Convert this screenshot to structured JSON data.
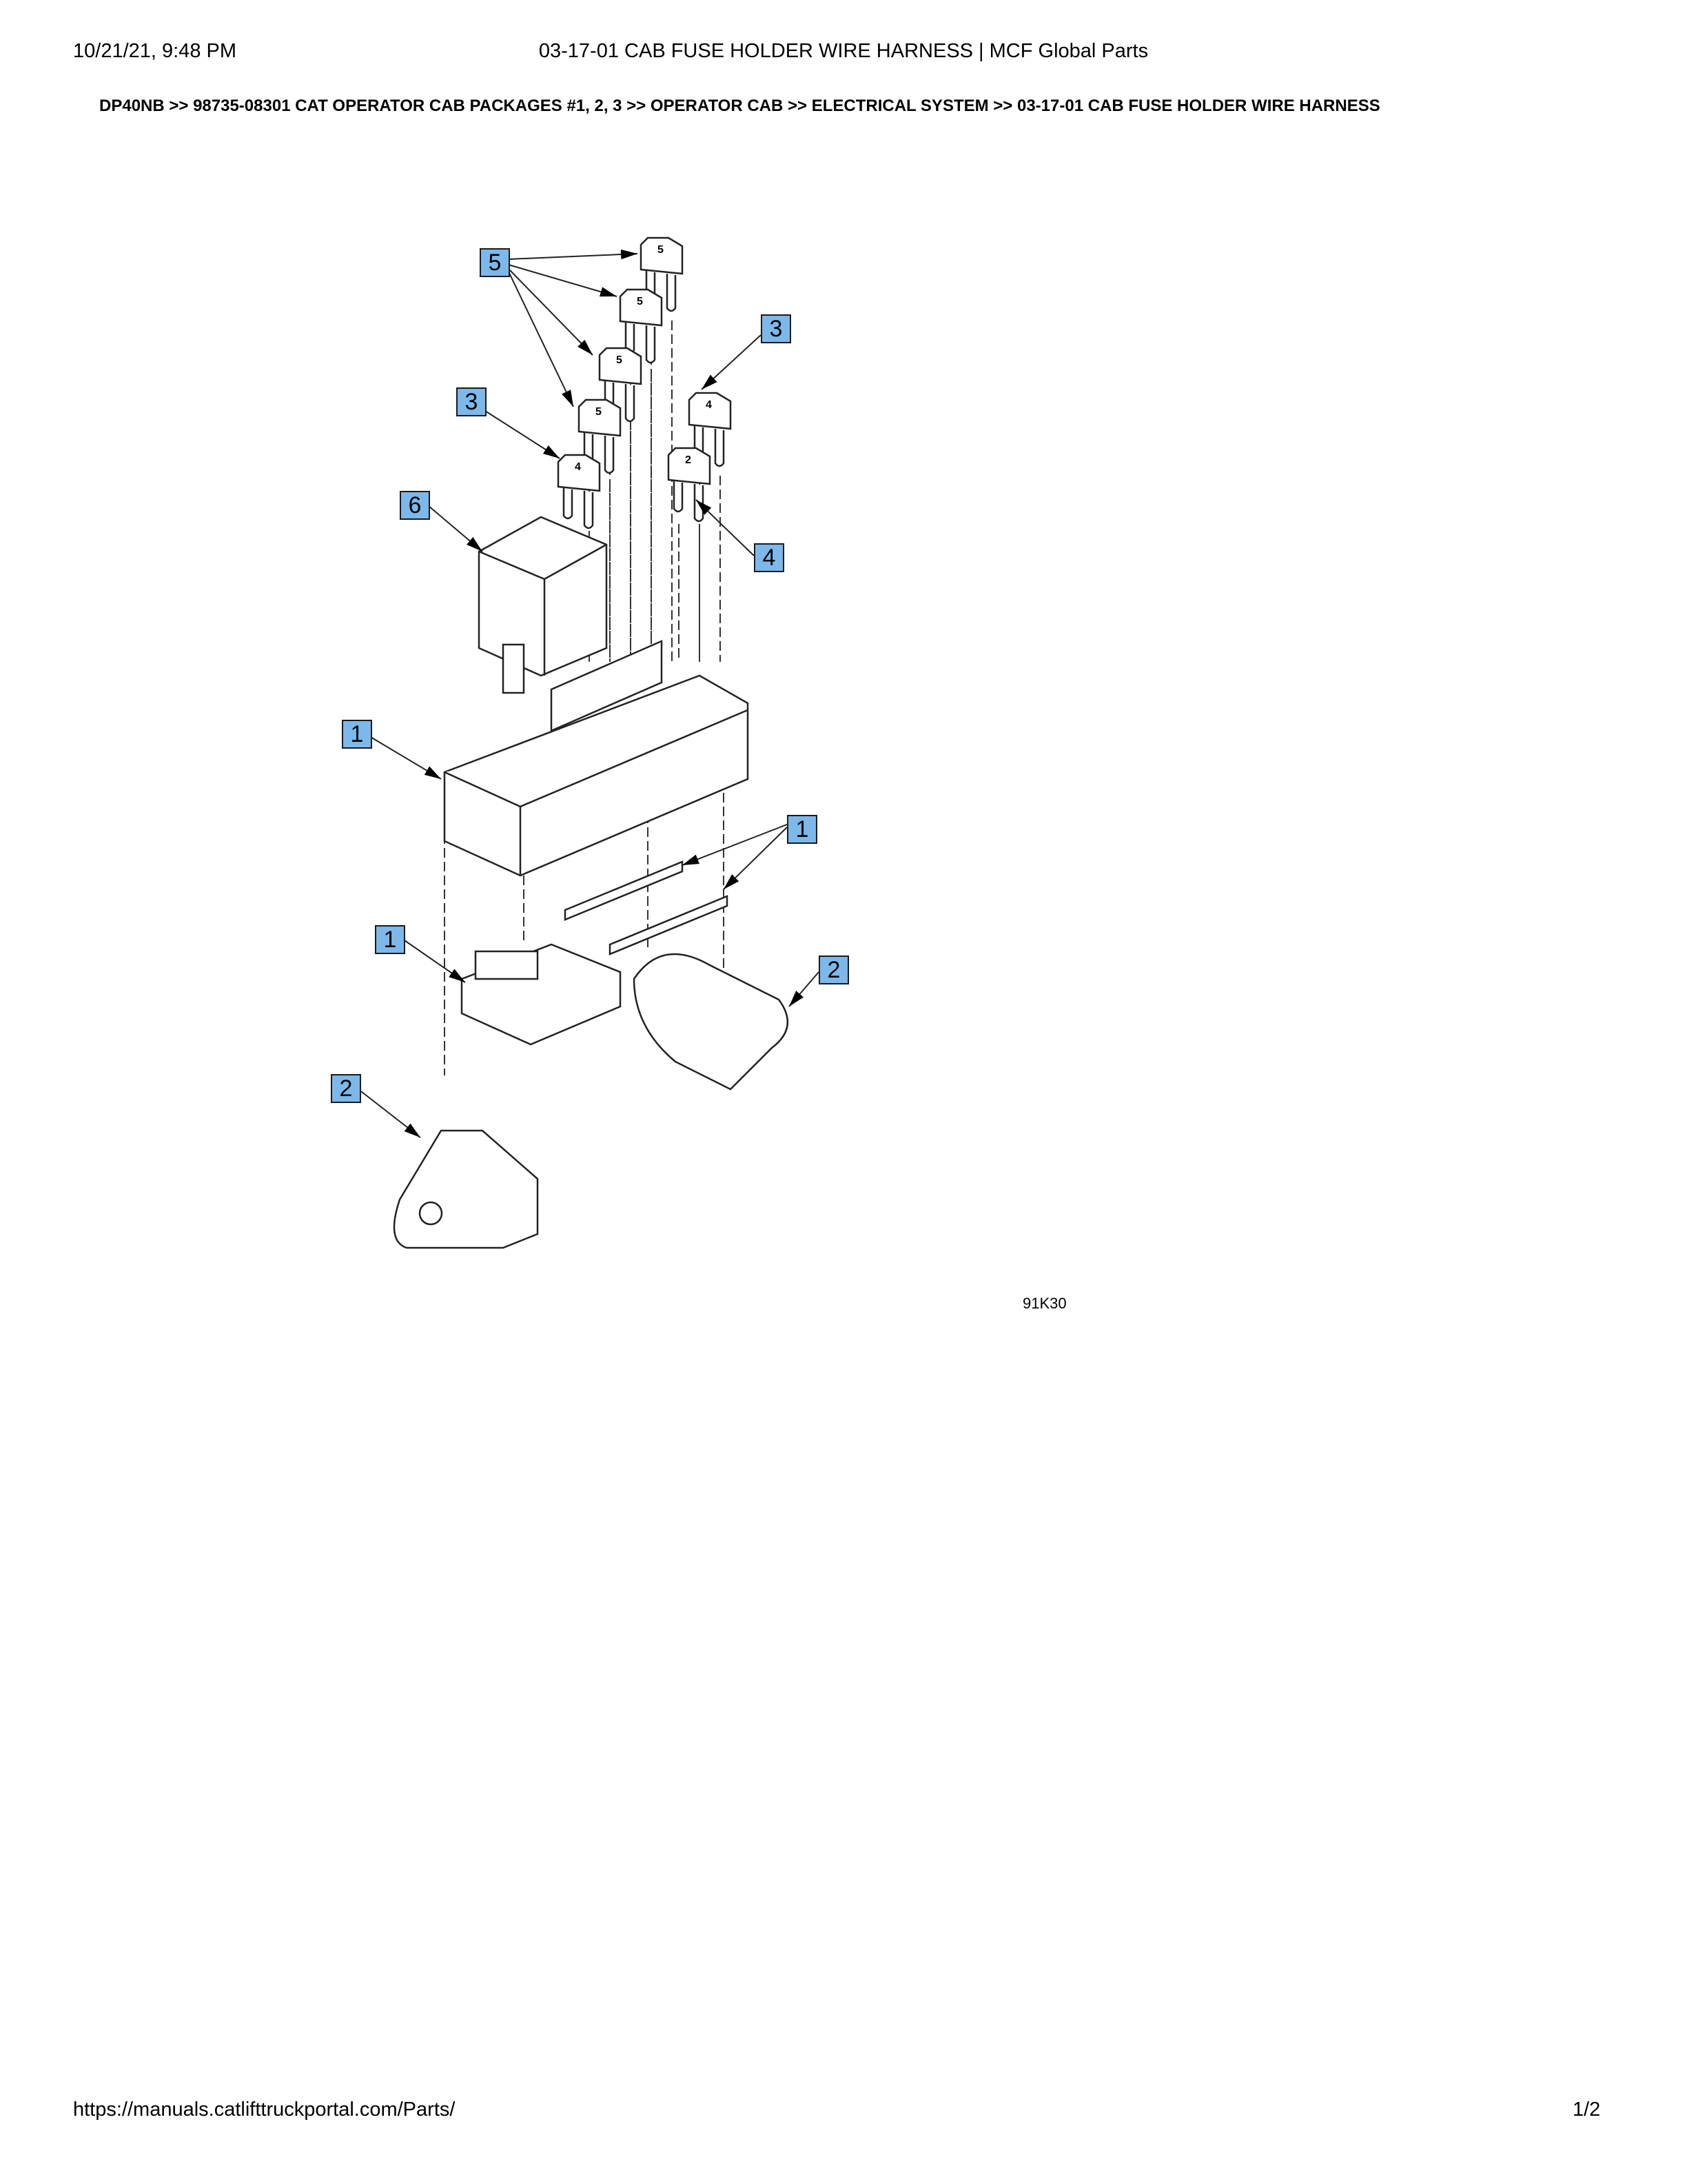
{
  "header": {
    "datetime": "10/21/21, 9:48 PM",
    "title": "03-17-01 CAB FUSE HOLDER WIRE HARNESS | MCF Global Parts"
  },
  "breadcrumb": "DP40NB >> 98735-08301 CAT OPERATOR CAB PACKAGES #1, 2, 3 >> OPERATOR CAB >> ELECTRICAL SYSTEM >> 03-17-01 CAB FUSE HOLDER WIRE HARNESS",
  "diagram": {
    "figure_id": "91K30",
    "callout_color": "#7db8ea",
    "callouts": [
      "5",
      "3",
      "3",
      "6",
      "4",
      "1",
      "1",
      "1",
      "2",
      "2"
    ],
    "fuse_ratings": [
      "5",
      "5",
      "5",
      "5",
      "4",
      "4",
      "2"
    ]
  },
  "footer": {
    "url": "https://manuals.catlifttruckportal.com/Parts/",
    "page": "1/2"
  }
}
